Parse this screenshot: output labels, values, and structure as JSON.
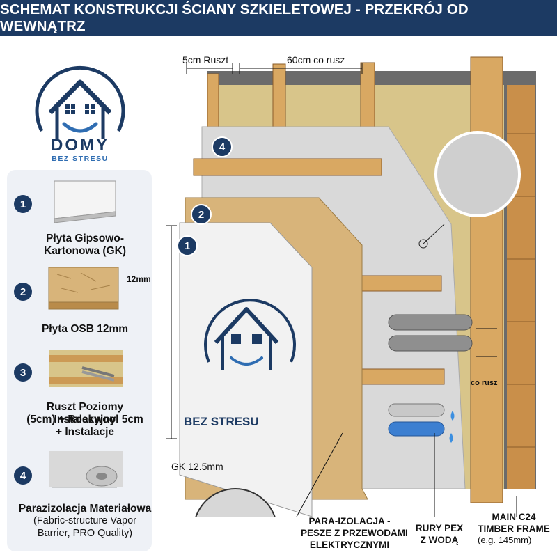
{
  "header": {
    "title": "SCHEMAT KONSTRUKCJI ŚCIANY SZKIELETOWEJ - PRZEKRÓJ OD WEWNĄTRZ"
  },
  "logo": {
    "brand": "DOMY",
    "subtitle": "BEZ STRESU",
    "board_text": "BEZ STRESU"
  },
  "legend": [
    {
      "number": "1",
      "label": "Płyta Gipsowo-Kartonowa (GK)",
      "label_lines": [
        "Płyta Gipsowo-",
        "Kartonowa (GK)"
      ]
    },
    {
      "number": "2",
      "label": "Płyta OSB 12mm",
      "dimension": "12mm"
    },
    {
      "number": "3",
      "label_lines": [
        "Ruszt Poziomy Instalacyjny",
        "(5cm) + Rockwool 5cm",
        "+ Instalacje"
      ]
    },
    {
      "number": "4",
      "label": "Parazizolacja Materiałowa",
      "sub_lines": [
        "(Fabric-structure Vapor",
        "Barrier, PRO Quality)"
      ]
    }
  ],
  "dimensions": {
    "batten": "5cm Ruszt",
    "spacing": "60cm co rusz",
    "gk": "GK 12.5mm",
    "co_rusz": "co rusz"
  },
  "callouts": {
    "vapor_lines": [
      "PARA-IZOLACJA -",
      "PESZE Z PRZEWODAMI",
      "ELEKTRYCZNYMI"
    ],
    "pex_lines": [
      "RURY PEX",
      "Z WODĄ"
    ],
    "frame_lines": [
      "MAIN C24",
      "TIMBER FRAME"
    ],
    "frame_note": "(e.g. 145mm)"
  },
  "layer_badges": [
    "1",
    "2",
    "4"
  ],
  "colors": {
    "navy": "#1c3a63",
    "accent_blue": "#2f6db2",
    "wood": "#d9a862",
    "osb": "#d8b47a",
    "wool": "#d8c58a",
    "gk": "#f2f2f2",
    "membrane": "#d9d9d9"
  }
}
